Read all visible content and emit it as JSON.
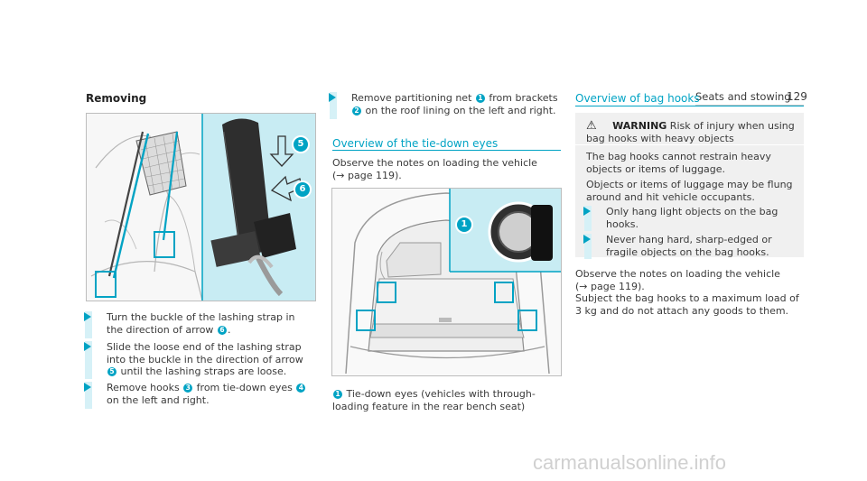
{
  "header": {
    "section": "Seats and stowing",
    "page": "129"
  },
  "col1": {
    "heading": "Removing",
    "steps": [
      {
        "pre": "Turn the buckle of the lashing strap in the direction of arrow ",
        "badge": "6",
        "post": "."
      },
      {
        "pre": "Slide the loose end of the lashing strap into the buckle in the direction of arrow ",
        "badge": "5",
        "post": " until the lashing straps are loose."
      },
      {
        "pre": "Remove hooks ",
        "badge": "3",
        "mid": " from tie-down eyes ",
        "badge2": "4",
        "post": " on the left and right."
      }
    ],
    "figure": {
      "callouts": [
        "5",
        "6"
      ]
    }
  },
  "col2": {
    "step": {
      "pre": "Remove partitioning net ",
      "badge": "1",
      "mid": " from brackets ",
      "badge2": "2",
      "post": " on the roof lining on the left and right."
    },
    "heading": "Overview of the tie-down eyes",
    "intro": "Observe the notes on loading the vehicle",
    "intro_ref": "(→ page 119).",
    "figure": {
      "callout": "1"
    },
    "caption_badge": "1",
    "caption": "Tie-down eyes (vehicles with through-loading feature in the rear bench seat)"
  },
  "col3": {
    "heading": "Overview of bag hooks",
    "warning": {
      "icon": "⚠",
      "title": "WARNING",
      "lead": " Risk of injury when using bag hooks with heavy objects",
      "p1": "The bag hooks cannot restrain heavy objects or items of luggage.",
      "p2": "Objects or items of luggage may be flung around and hit vehicle occupants.",
      "steps": [
        "Only hang light objects on the bag hooks.",
        "Never hang hard, sharp-edged or fragile objects on the bag hooks."
      ]
    },
    "note": "Observe the notes on loading the vehicle",
    "note_ref": "(→ page 119).",
    "note2": "Subject the bag hooks to a maximum load of 3 kg and do not attach any goods to them."
  },
  "colors": {
    "accent": "#00a3c4",
    "accent_light": "#d6f1f7",
    "text": "#3a3a3a"
  },
  "footer": {
    "watermark": "carmanualsonline.info"
  }
}
